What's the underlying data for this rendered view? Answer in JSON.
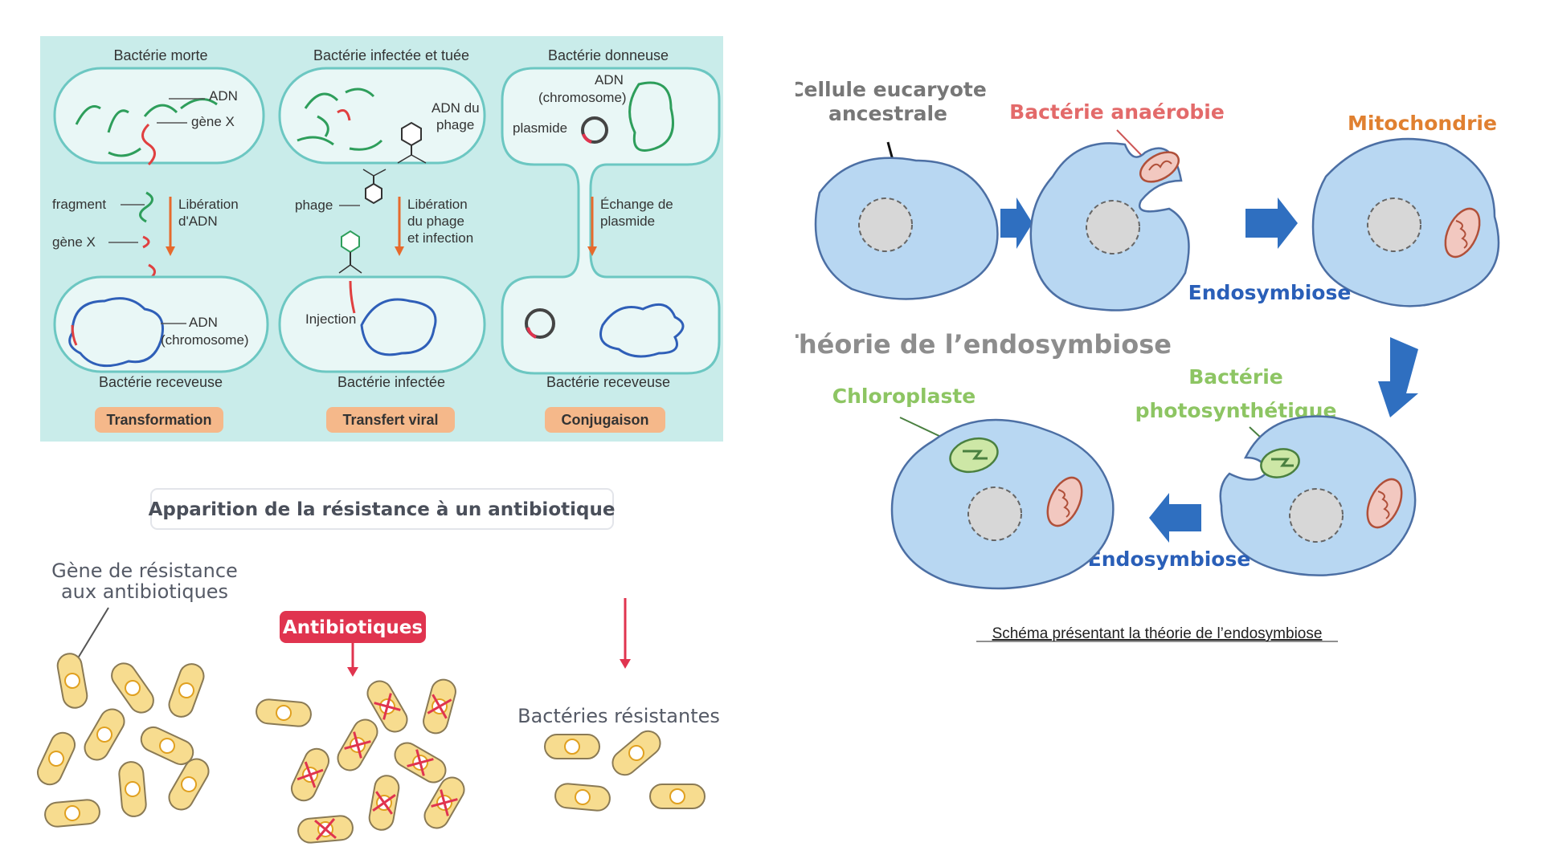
{
  "colors": {
    "panel_bg": "#c9ecea",
    "cell_fill": "#b8d7f2",
    "badge_fill": "#f5b88a",
    "arrow_blue": "#2f6fc0",
    "bacterium_fill": "#f7dc8f",
    "red": "#e0344f"
  },
  "transfer": {
    "columns": [
      {
        "top_label": "Bactérie morte",
        "labels": [
          "ADN",
          "gène X",
          "fragment",
          "Libération",
          "d'ADN",
          "gène X",
          "ADN",
          "(chromosome)"
        ],
        "bottom_label": "Bactérie receveuse",
        "badge": "Transformation"
      },
      {
        "top_label": "Bactérie infectée et tuée",
        "labels": [
          "ADN du",
          "phage",
          "phage",
          "Libération",
          "du phage",
          "et infection",
          "Injection"
        ],
        "bottom_label": "Bactérie infectée",
        "badge": "Transfert viral"
      },
      {
        "top_label": "Bactérie donneuse",
        "labels": [
          "ADN",
          "(chromosome)",
          "plasmide",
          "Échange de",
          "plasmide"
        ],
        "bottom_label": "Bactérie receveuse",
        "badge": "Conjugaison"
      }
    ]
  },
  "resistance": {
    "title": "Apparition de la résistance à un antibiotique",
    "gene_label_line1": "Gène de résistance",
    "gene_label_line2": "aux antibiotiques",
    "antibiotic_label": "Antibiotiques",
    "resistant_label": "Bactéries résistantes"
  },
  "endosymbiosis": {
    "ancestral_line1": "Cellule eucaryote",
    "ancestral_line2": "ancestrale",
    "anaerobic": "Bactérie anaérobie",
    "mitochondria": "Mitochondrie",
    "endo1": "Endosymbiose",
    "theory_title": "Théorie de l’endosymbiose",
    "photo_line1": "Bactérie",
    "photo_line2": "photosynthétique",
    "chloroplast": "Chloroplaste",
    "endo2": "Endosymbiose",
    "caption": "Schéma présentant la théorie de l’endosymbiose"
  }
}
